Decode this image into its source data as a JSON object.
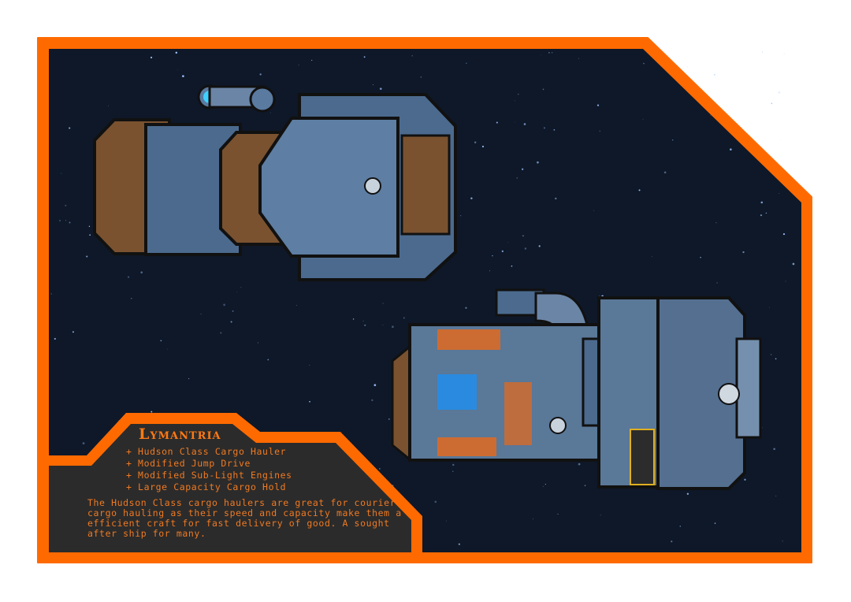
{
  "ship": {
    "name": "Lymantria",
    "features": [
      "+ Hudson Class Cargo Hauler",
      "+ Modified Jump Drive",
      "+ Modified Sub-Light Engines",
      "+ Large Capacity Cargo Hold"
    ],
    "description": "The Hudson Class cargo haulers are great for courier cargo hauling as their speed and capacity make them a efficient craft for fast delivery of good. A sought after ship for many."
  },
  "colors": {
    "frame": "#ff6a00",
    "space": "#0d1726",
    "panel": "#2b2b2b",
    "text": "#f07a22",
    "hull": "#3c5a7e",
    "wood": "#7a5230"
  }
}
